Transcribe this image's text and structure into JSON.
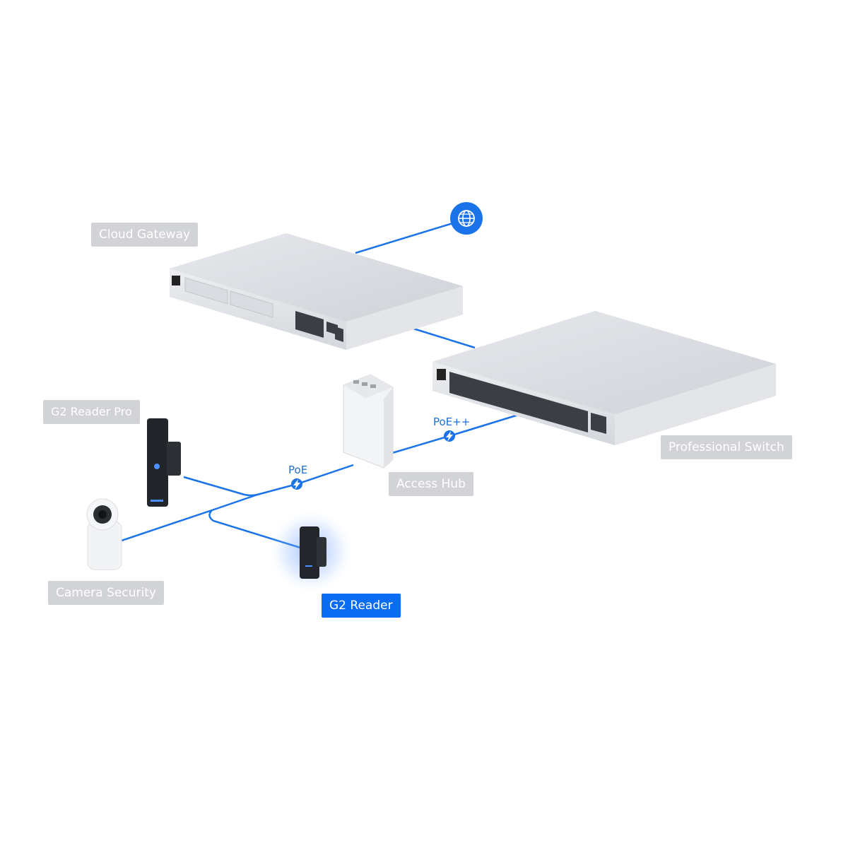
{
  "labels": {
    "cloud_gateway": "Cloud Gateway",
    "professional_switch": "Professional Switch",
    "access_hub": "Access Hub",
    "g2_reader_pro": "G2 Reader Pro",
    "camera_security": "Camera Security",
    "g2_reader": "G2 Reader"
  },
  "connections": {
    "poe_plus_plus": "PoE++",
    "poe": "PoE"
  },
  "icons": {
    "internet": "globe-icon",
    "power": "lightning-bolt-icon"
  },
  "colors": {
    "link_line": "#1a73e8",
    "label_bg": "#d1d3d6",
    "label_active_bg": "#0a6cf2",
    "label_text": "#ffffff",
    "device_body": "#dfe1e5"
  }
}
